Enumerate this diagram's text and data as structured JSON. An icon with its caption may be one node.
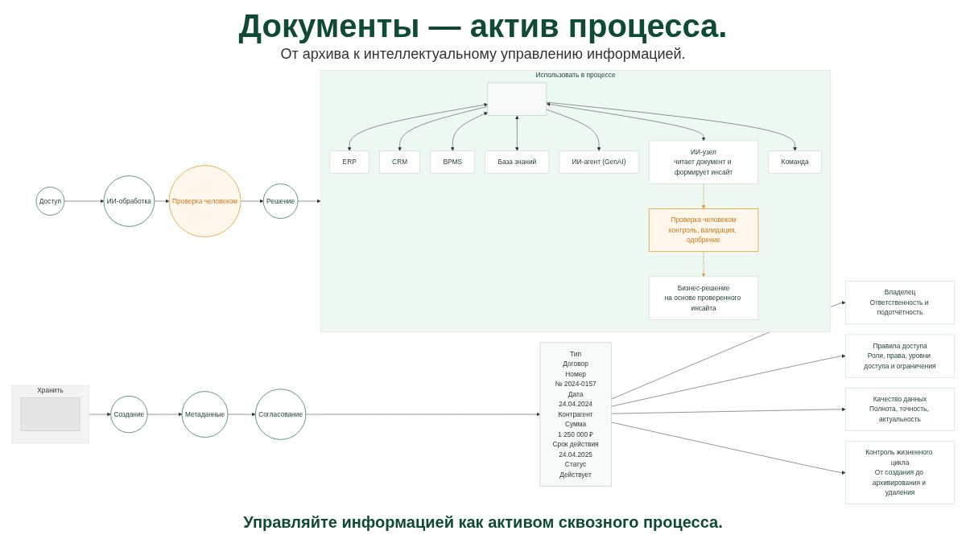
{
  "diagram": {
    "title": "Документы — актив процесса.",
    "caption": "Управляйте информацией как активом сквозного процесса.",
    "labels": [
      "От архива к интеллектуальному управлению информацией."
    ],
    "nodes": [
      {
        "text": [
          "Хранить"
        ]
      },
      {
        "text": [],
        "shape": "box",
        "in": 0
      },
      {
        "text": [
          "Создание"
        ]
      },
      {
        "text": [
          "Метаданные"
        ]
      },
      {
        "text": [
          "Согласование"
        ]
      },
      {
        "text": [
          "Тип",
          "Договор",
          "Номер",
          "№ 2024-0157",
          "Дата",
          "24.04.2024",
          "Контрагент",
          "Сумма",
          "1 250 000 ₽",
          "Срок действия",
          "24.04.2025",
          "Статус",
          "Действует"
        ]
      },
      {
        "text": [
          "Доступ"
        ]
      },
      {
        "text": [
          "ИИ-обработка"
        ]
      },
      {
        "text": [
          "Проверка человеком"
        ]
      },
      {
        "text": [
          "Решение"
        ]
      },
      {
        "text": [
          "Владелец",
          "Ответственность и подотчётность"
        ]
      },
      {
        "text": [
          "Правила доступа",
          "Роли, права, уровни доступа и ограничения"
        ]
      },
      {
        "text": [
          "Качество данных",
          "Полнота, точность, актуальность"
        ]
      },
      {
        "text": [
          "Контроль жизненного цикла",
          "От создания до архивирования и удаления"
        ]
      },
      {
        "text": [
          "Использовать в процессе"
        ]
      },
      {
        "text": [
          "ERP"
        ],
        "in": 14
      },
      {
        "text": [
          "CRM"
        ],
        "in": 14
      },
      {
        "text": [],
        "shape": "box",
        "in": 14
      },
      {
        "text": [
          "BPMS"
        ],
        "in": 14
      },
      {
        "text": [
          "База знаний"
        ],
        "in": 14
      },
      {
        "text": [
          "ИИ-агент (GenAI)"
        ],
        "in": 14
      },
      {
        "text": [
          "ИИ-узел",
          "читает документ и формирует инсайт"
        ],
        "in": 14
      },
      {
        "text": [
          "Команда"
        ],
        "in": 14
      },
      {
        "text": [
          "Проверка человеком",
          "контроль, валидация, одобрение"
        ],
        "in": 14
      },
      {
        "text": [
          "Бизнес-решение",
          "на основе проверенного инсайта"
        ],
        "in": 14
      }
    ],
    "edges": [
      {
        "from": 0,
        "to": 2,
        "arrow": "to"
      },
      {
        "from": 2,
        "to": 3,
        "arrow": "to"
      },
      {
        "from": 3,
        "to": 4,
        "arrow": "to"
      },
      {
        "from": 4,
        "to": 5,
        "arrow": "to"
      },
      {
        "from": 6,
        "to": 7,
        "arrow": "to"
      },
      {
        "from": 7,
        "to": 8,
        "arrow": "to"
      },
      {
        "from": 8,
        "to": 9,
        "arrow": "to"
      },
      {
        "from": 5,
        "to": 10,
        "arrow": "to"
      },
      {
        "from": 5,
        "to": 11,
        "arrow": "to"
      },
      {
        "from": 5,
        "to": 12,
        "arrow": "to"
      },
      {
        "from": 5,
        "to": 13,
        "arrow": "to"
      },
      {
        "from": 9,
        "to": 14,
        "arrow": "to"
      },
      {
        "from": 17,
        "to": 15,
        "arrow": "both"
      },
      {
        "from": 17,
        "to": 16,
        "arrow": "to"
      },
      {
        "from": 17,
        "to": 18,
        "arrow": "both"
      },
      {
        "from": 17,
        "to": 19,
        "arrow": "both"
      },
      {
        "from": 17,
        "to": 20,
        "arrow": "to"
      },
      {
        "from": 17,
        "to": 21,
        "arrow": "both"
      },
      {
        "from": 17,
        "to": 22,
        "arrow": "to"
      },
      {
        "from": 21,
        "to": 23,
        "arrow": "to",
        "style": "dashed",
        "color": "#e39a2d"
      },
      {
        "from": 23,
        "to": 24,
        "arrow": "to",
        "style": "dashed",
        "color": "#e39a2d"
      }
    ]
  }
}
